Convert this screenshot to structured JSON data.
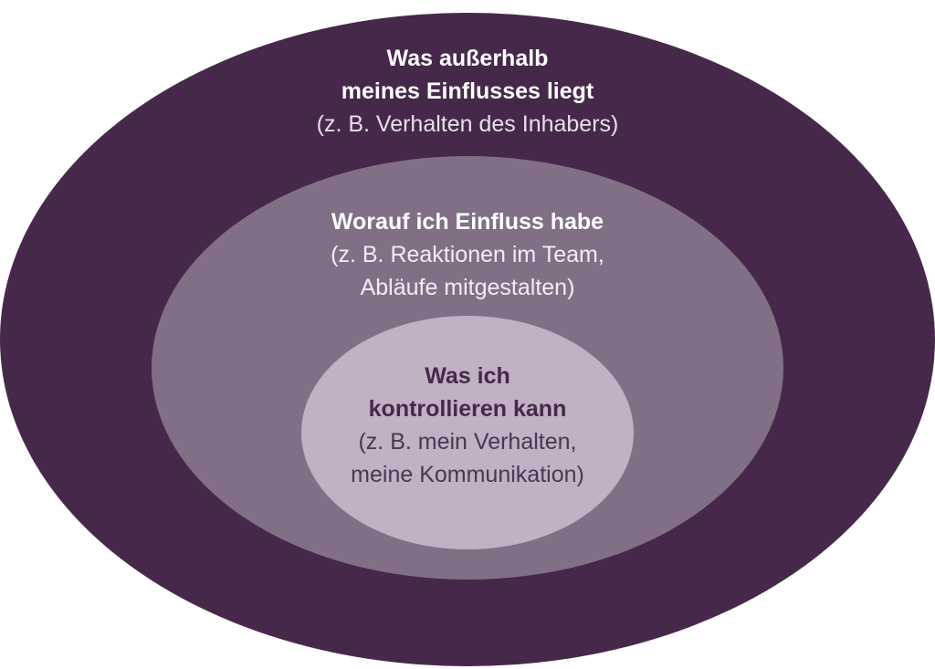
{
  "colors": {
    "outer": "#46294a",
    "middle": "#816f86",
    "inner": "#c0b1c3",
    "background": "#ffffff",
    "text_light": "#ffffff",
    "text_dark": "#45294a"
  },
  "circles": {
    "outer": {
      "title": [
        "Was außerhalb",
        "meines Einflusses liegt"
      ],
      "subtitle": [
        "(z. B. Verhalten des Inhabers)"
      ]
    },
    "middle": {
      "title": [
        "Worauf ich Einfluss habe"
      ],
      "subtitle": [
        "(z. B. Reaktionen im Team,",
        "Abläufe mitgestalten)"
      ]
    },
    "inner": {
      "title": [
        "Was ich",
        "kontrollieren kann"
      ],
      "subtitle": [
        "(z. B. mein Verhalten,",
        "meine Kommunikation)"
      ]
    }
  }
}
